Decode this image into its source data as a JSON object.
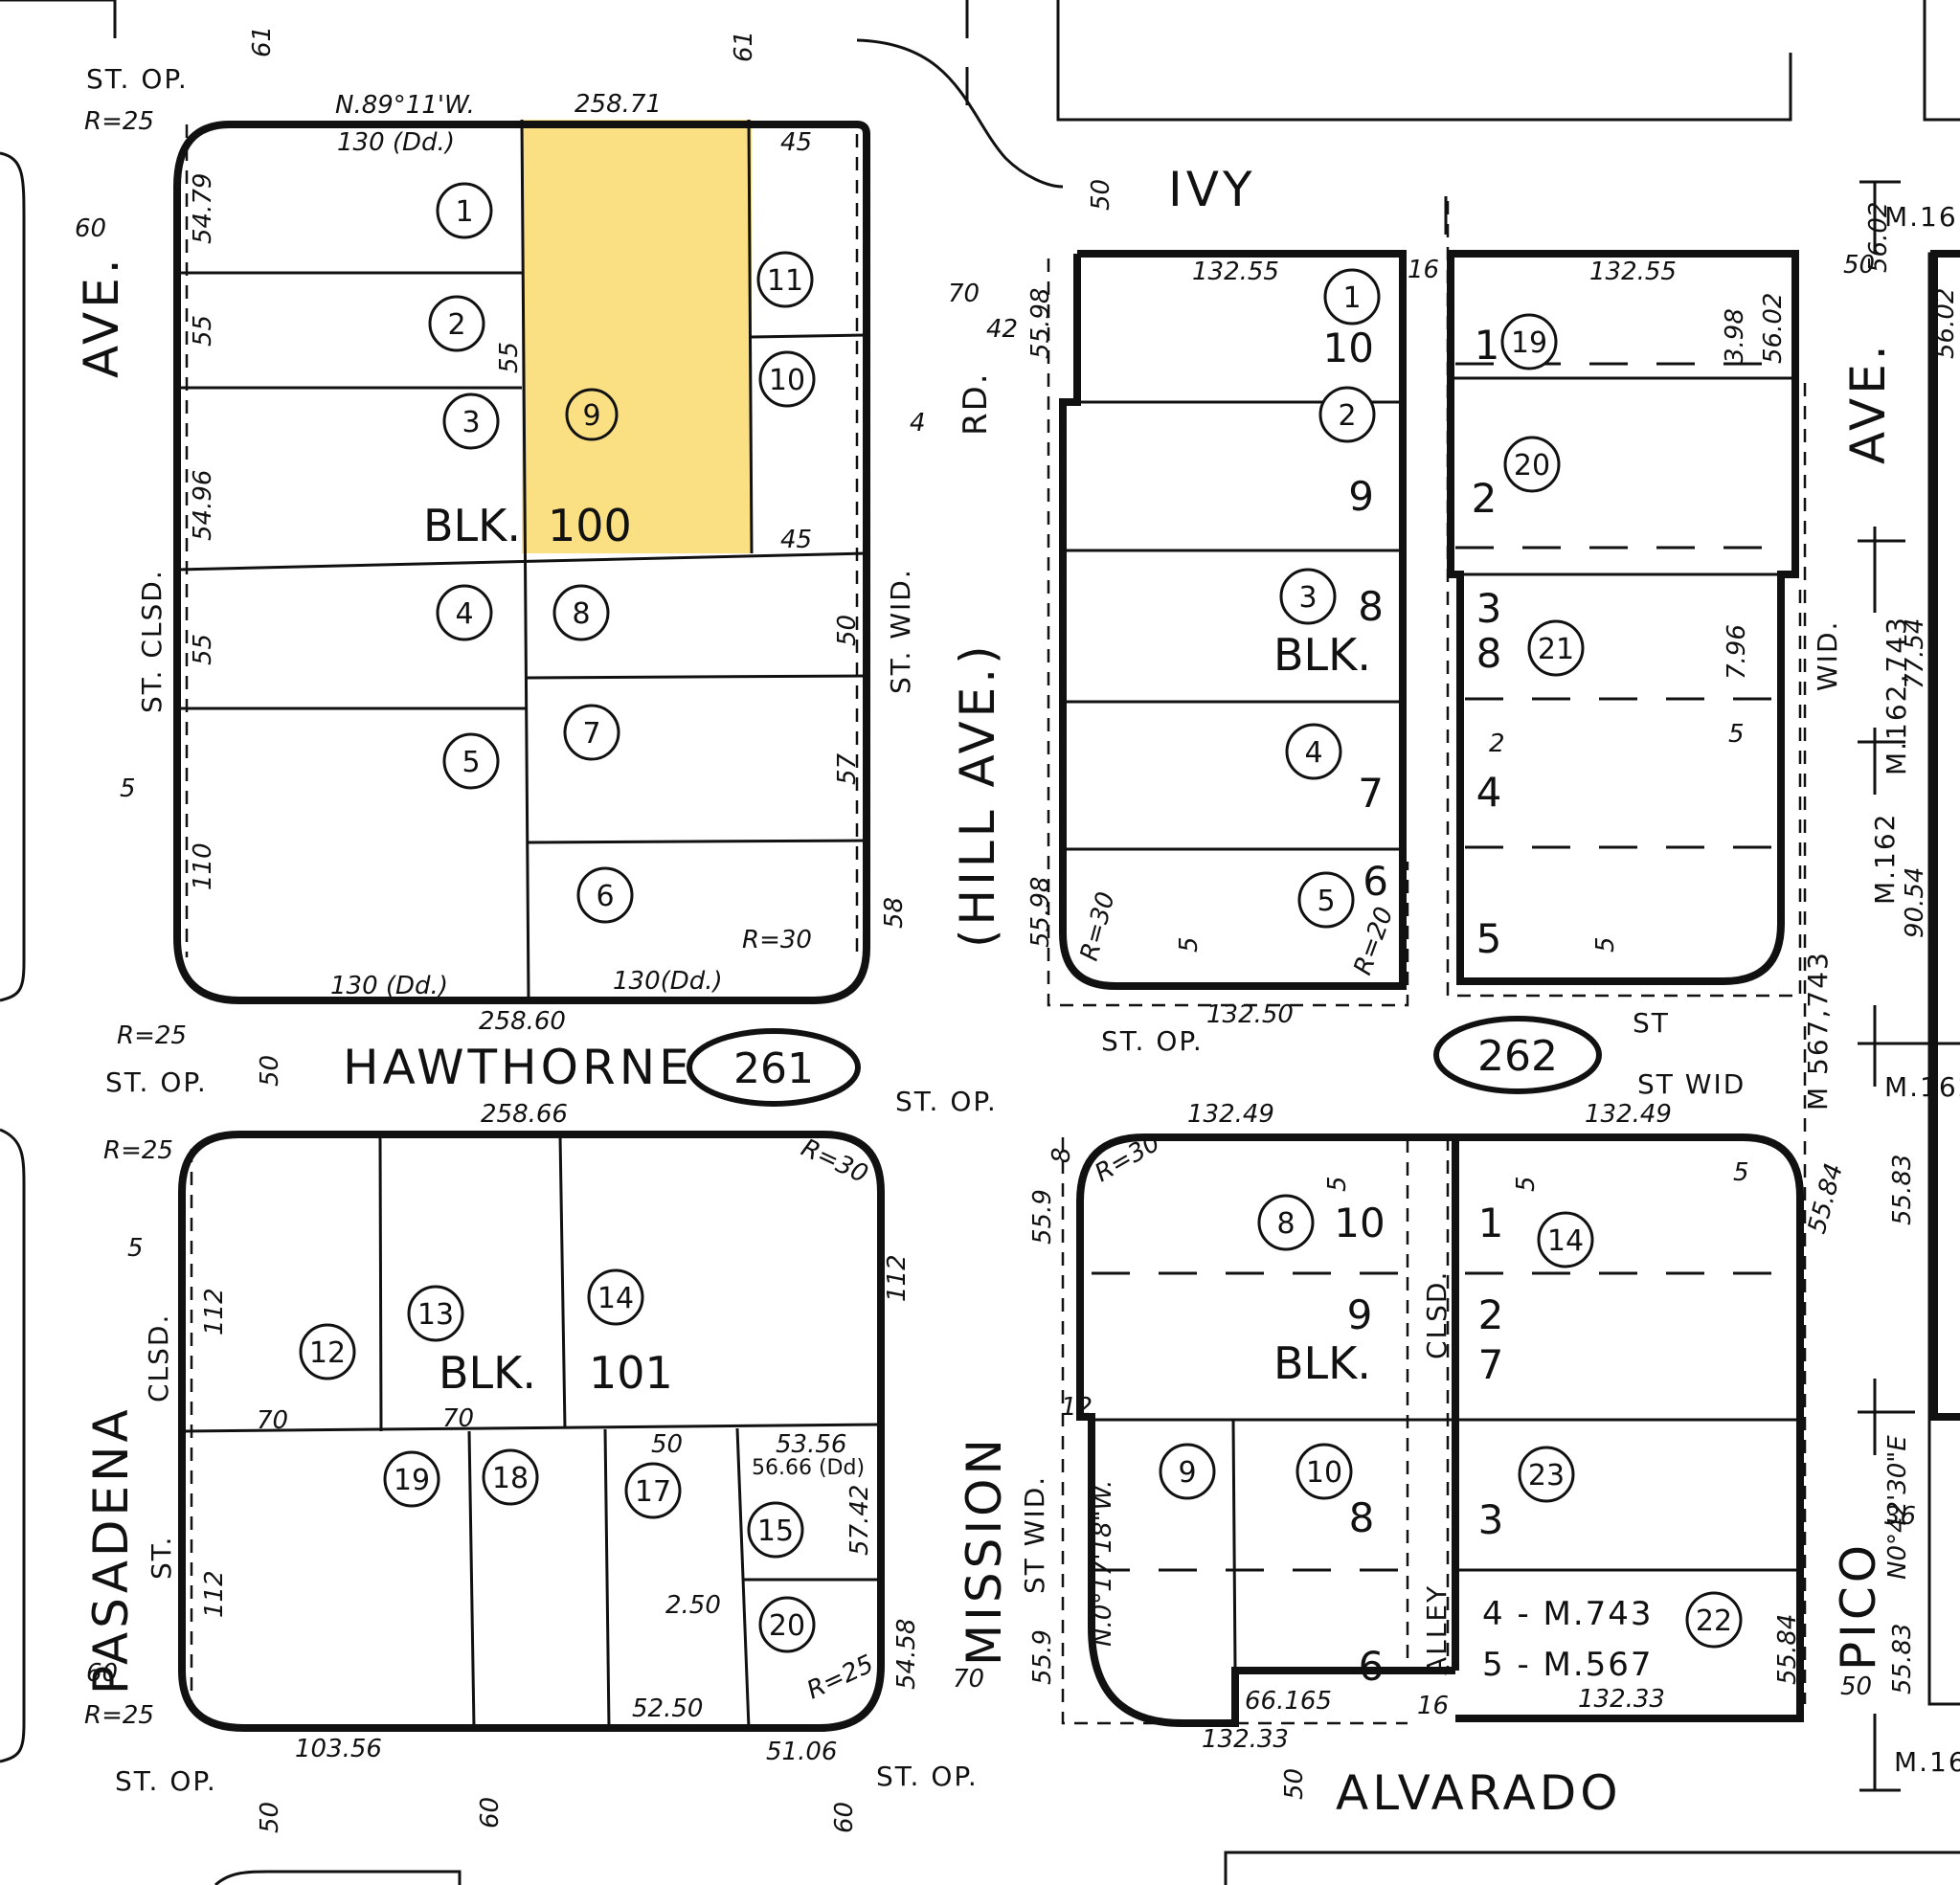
{
  "colors": {
    "highlight": "#fbe083",
    "ink": "#111111",
    "paper": "#ffffff"
  },
  "streets": {
    "ivy": "IVY",
    "hawthorne": "HAWTHORNE",
    "alvarado": "ALVARADO",
    "pasadena": "PASADENA",
    "pasadena_ave": "AVE.",
    "mission": "MISSION",
    "rd": "RD.",
    "hill_ave": "(HILL AVE.)",
    "pico": "PICO",
    "ave_right": "AVE."
  },
  "widths": {
    "ivy_w": "50",
    "hawthorne_w": "50",
    "alvarado_w": "50",
    "pasadena_top": "60",
    "pasadena_bottom": "60",
    "mission_70": "70",
    "mission_70b": "70",
    "rd_42": "42",
    "top_61a": "61",
    "top_61b": "61",
    "bottom_50": "50",
    "bottom_60a": "60",
    "bottom_60b": "60",
    "pico_50": "50",
    "pico_50b": "50"
  },
  "annotations": {
    "st_op": "ST. OP.",
    "st_clsd": "ST. CLSD.",
    "clsd": "CLSD.",
    "st": "ST.",
    "st_wid": "ST. WID.",
    "st_wid2": "ST WID.",
    "st_wid3": "ST WID",
    "wid": "WID.",
    "alley": "ALLEY",
    "clsd_alley": "CLSD.",
    "st_short": "ST",
    "r25": "R=25",
    "r30": "R=30",
    "r20": "R=20",
    "m567743": "M 567,743",
    "m162743": "M.162,743",
    "m162": "M.162",
    "m16": "M.16",
    "m162b": "M.162",
    "n89": "N.89°11'W.",
    "n0": "N.0°17'18\"W.",
    "n0b": "N0°42'30\"E"
  },
  "book_numbers": {
    "left": "261",
    "right": "262"
  },
  "blocks": {
    "b100": {
      "label": "BLK.",
      "number": "100"
    },
    "b101": {
      "label": "BLK.",
      "number": "101"
    },
    "b8": {
      "label": "BLK."
    },
    "b7": {
      "label": "BLK."
    }
  },
  "lots": {
    "b100": [
      "1",
      "2",
      "3",
      "4",
      "5",
      "6",
      "7",
      "8",
      "9",
      "10",
      "11"
    ],
    "b101": [
      "12",
      "13",
      "14",
      "15",
      "17",
      "18",
      "19",
      "20"
    ],
    "tr_upper": [
      "1",
      "2",
      "3",
      "4",
      "5"
    ],
    "tr_upper_plain": [
      "10",
      "9",
      "8",
      "7",
      "6"
    ],
    "tr_right": [
      "19",
      "20",
      "21"
    ],
    "tr_right_plain": [
      "1",
      "2",
      "3",
      "8",
      "4",
      "5"
    ],
    "tr_lower": [
      "8",
      "9",
      "10",
      "14",
      "23",
      "22"
    ],
    "tr_lower_plain": [
      "10",
      "9",
      "8",
      "6",
      "1",
      "2",
      "7",
      "3"
    ],
    "m743": "4 - M.743",
    "m567": "5 - M.567"
  },
  "dims": {
    "d25871": "258.71",
    "d130dd": "130 (Dd.)",
    "d45a": "45",
    "d45b": "45",
    "d5479": "54.79",
    "d55a": "55",
    "d55b": "55",
    "d5496": "54.96",
    "d55c": "55",
    "d110": "110",
    "d5l": "5",
    "d4": "4",
    "d50": "50",
    "d57": "57",
    "d58": "58",
    "d130a": "130 (Dd.)",
    "d130b": "130(Dd.)",
    "d25860": "258.60",
    "d25866": "258.66",
    "d112a": "112",
    "d112b": "112",
    "d112c": "112",
    "d70a": "70",
    "d70b": "70",
    "d50b": "50",
    "d5356": "53.56",
    "d5666": "56.66 (Dd)",
    "d5742": "57.42",
    "d250": "2.50",
    "d5458": "54.58",
    "d5250": "52.50",
    "d10356": "103.56",
    "d5106": "51.06",
    "d5b": "5",
    "d13255a": "132.55",
    "d13255b": "132.55",
    "d16a": "16",
    "d16b": "16",
    "d5598a": "55.98",
    "d5598b": "55.98",
    "d398": "3.98",
    "d5602a": "56.02",
    "d796": "7.96",
    "d2": "2",
    "d5c": "5",
    "d5d": "5",
    "d5e": "5",
    "d13250": "132.50",
    "d13249a": "132.49",
    "d13249b": "132.49",
    "d5f": "5",
    "d5g": "5",
    "d559a": "55.9",
    "d559b": "55.9",
    "d12": "12",
    "d6616": "66.165",
    "d13233a": "132.33",
    "d13233b": "132.33",
    "d5584a": "55.84",
    "d5584b": "55.84",
    "d5583a": "55.83",
    "d5583b": "55.83",
    "d36": "36",
    "d5602b": "56.02",
    "d5602c": "56.02",
    "d7754": "77.54",
    "d9054": "90.54",
    "d8": "8",
    "d5h": "5"
  }
}
